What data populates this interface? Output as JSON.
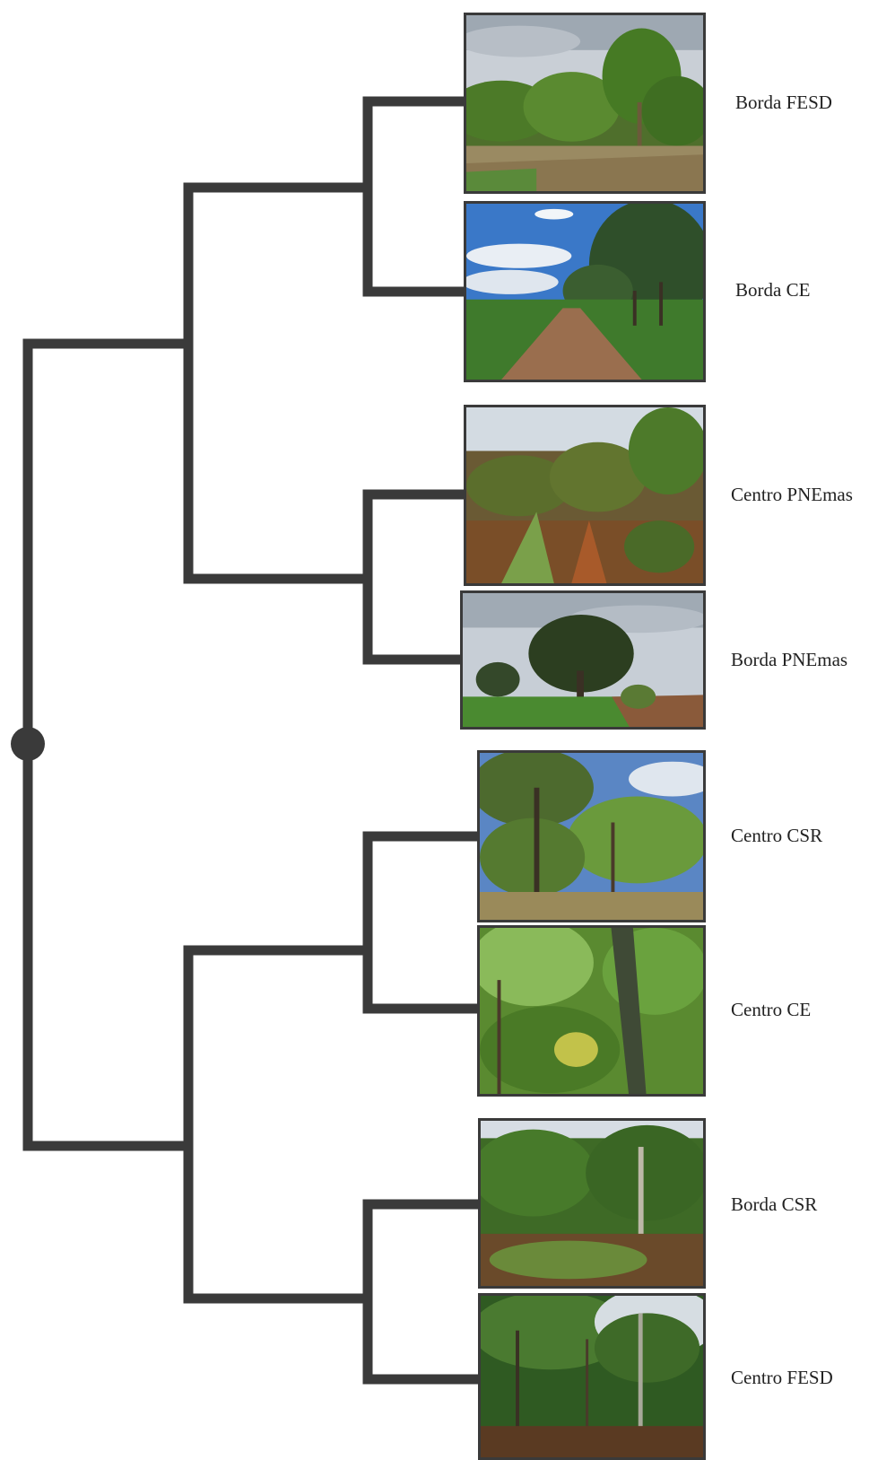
{
  "leaves": [
    {
      "label": "Borda FESD",
      "scene": "field-edge"
    },
    {
      "label": "Borda CE",
      "scene": "dirt-road"
    },
    {
      "label": "Centro PNEmas",
      "scene": "dry-savanna"
    },
    {
      "label": "Borda PNEmas",
      "scene": "lone-tree"
    },
    {
      "label": "Centro CSR",
      "scene": "open-woodland"
    },
    {
      "label": "Centro CE",
      "scene": "dense-forest"
    },
    {
      "label": "Borda CSR",
      "scene": "shrub-edge"
    },
    {
      "label": "Centro FESD",
      "scene": "tall-forest"
    }
  ],
  "colors": {
    "branch": "#3a3a3a",
    "label": "#222222",
    "root_node": "#3a3a3a"
  }
}
